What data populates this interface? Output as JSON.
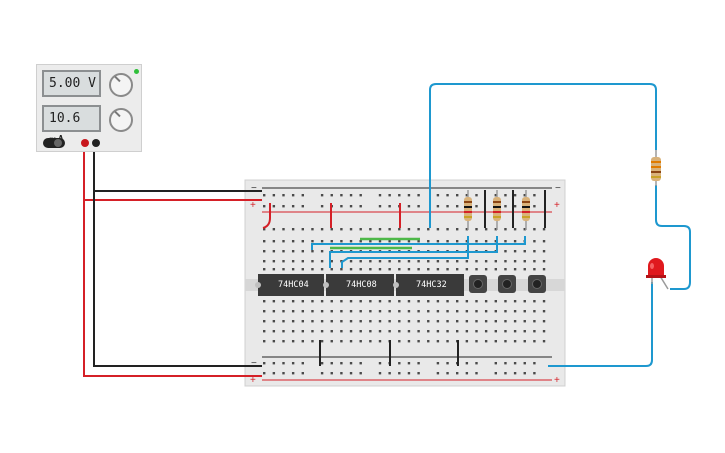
{
  "power_supply": {
    "voltage_display": "5.00 V",
    "current_display": "10.6 mA"
  },
  "chips": [
    {
      "label": "74HC04"
    },
    {
      "label": "74HC08"
    },
    {
      "label": "74HC32"
    }
  ],
  "rail_signs": {
    "plus": "+",
    "minus": "−"
  },
  "colors": {
    "wire_red": "#d52027",
    "wire_black": "#222222",
    "wire_blue": "#1e98cf",
    "wire_green": "#4db848",
    "breadboard": "#e8e8e8",
    "chip_body": "#3a3a3a",
    "led": "#e0191e"
  },
  "icons": [
    "power-switch-icon",
    "adjust-knob-icon",
    "led-indicator-icon"
  ]
}
